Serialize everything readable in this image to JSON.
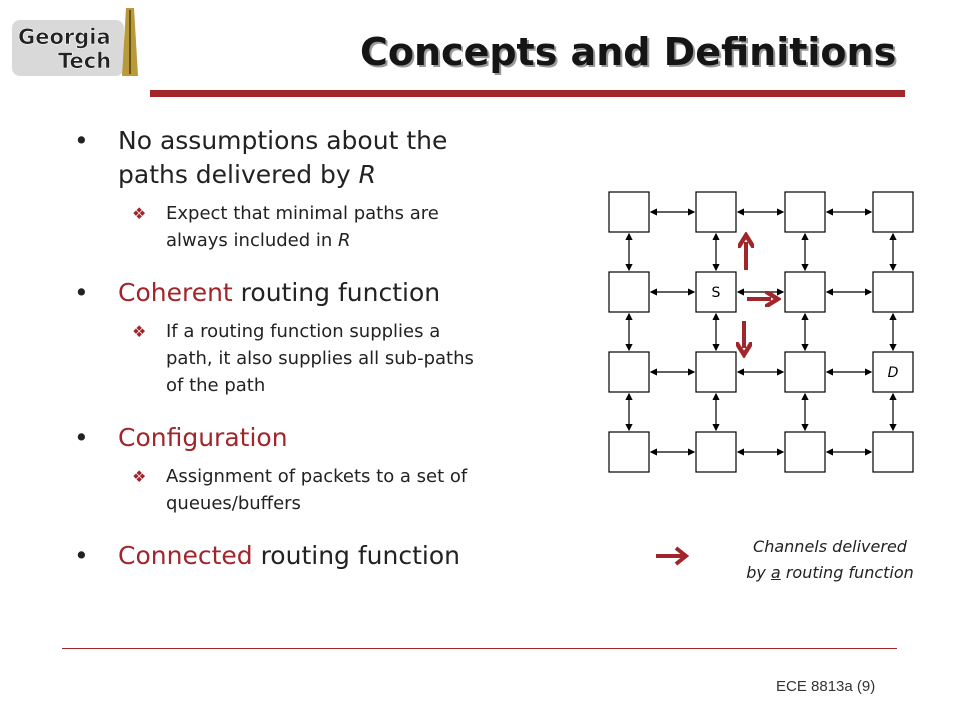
{
  "logo": {
    "line1": "Georgia",
    "line2": "Tech"
  },
  "title": "Concepts and Definitions",
  "bullets": [
    {
      "prefix": "",
      "highlight": "",
      "line1": "No assumptions about the",
      "line2": "paths delivered by ",
      "line2_italic": "R",
      "sub": [
        {
          "line1": "Expect that minimal paths are",
          "line2": "always included in ",
          "line2_italic": "R"
        }
      ]
    },
    {
      "highlight": "Coherent",
      "rest": " routing function",
      "sub": [
        {
          "line1": "If a routing function supplies a",
          "line2": "path, it also supplies all sub-paths",
          "line3": "of the path"
        }
      ]
    },
    {
      "highlight": "Configuration",
      "rest": "",
      "sub": [
        {
          "line1": "Assignment of packets to a set of",
          "line2": "queues/buffers"
        }
      ]
    },
    {
      "highlight": "Connected",
      "rest": " routing  function"
    }
  ],
  "diagram": {
    "source_label": "S",
    "dest_label": "D"
  },
  "legend": {
    "line1": "Channels delivered",
    "line2_pre": "by ",
    "line2_u": "a",
    "line2_post": " routing function"
  },
  "footer": "ECE 8813a  (9)",
  "colors": {
    "accent": "#a0262b"
  }
}
